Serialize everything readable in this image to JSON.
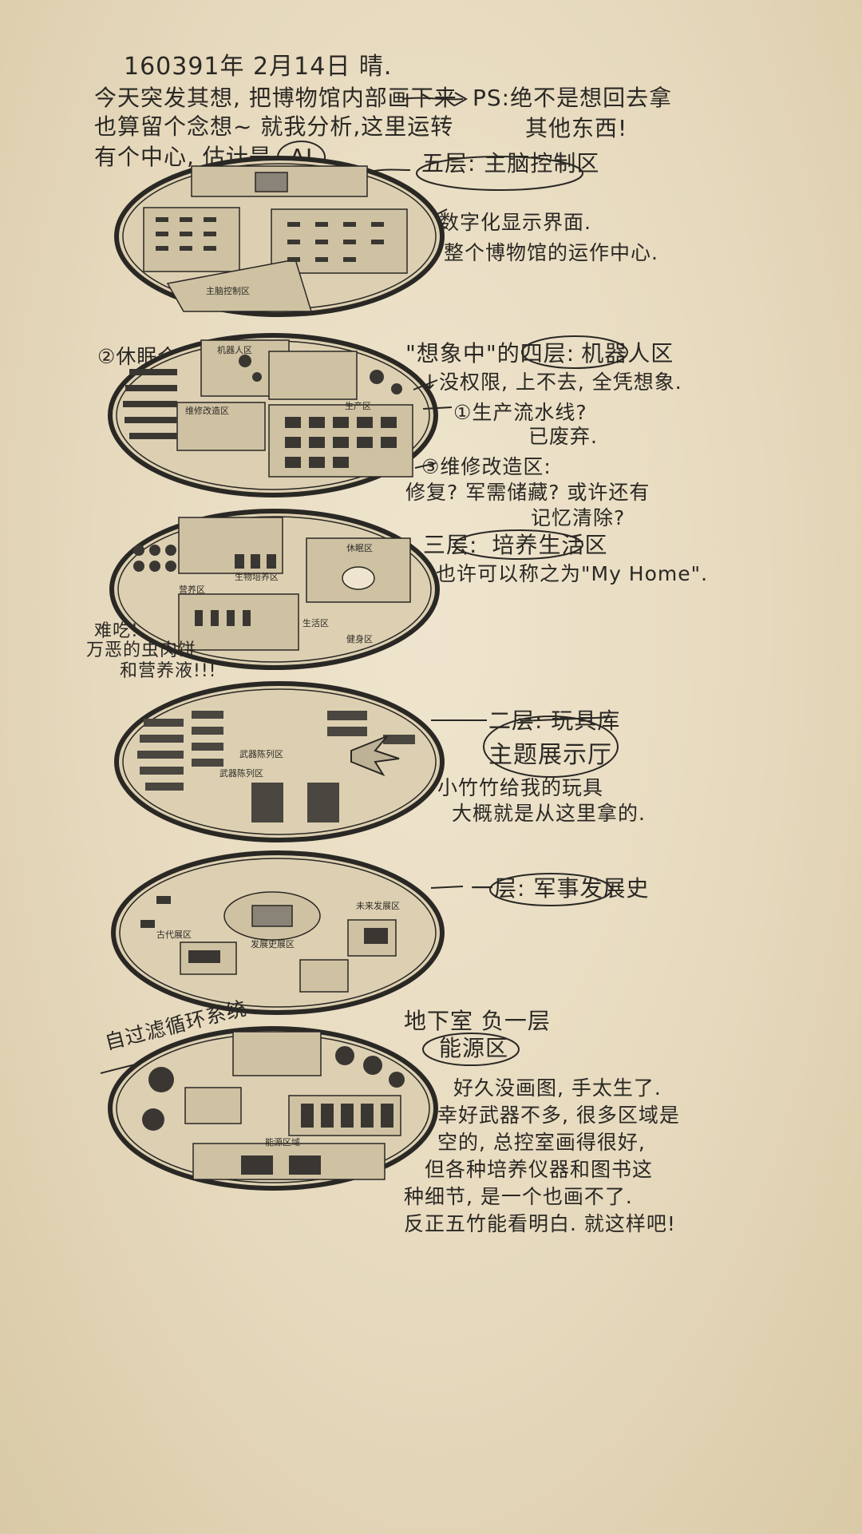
{
  "header": {
    "date_line": "160391年   2月14日   晴.",
    "intro_1": "今天突发其想, 把博物馆内部画下来",
    "intro_2": "也算留个念想~  就我分析,这里运转",
    "intro_3_prefix": "有个中心, 估计是",
    "intro_3_ai": "AI",
    "ps_1": "PS:绝不是想回去拿",
    "ps_2": "其他东西!"
  },
  "floor5": {
    "title": "五层: 主脑控制区",
    "note_1": "数字化显示界面.",
    "note_2": "整个博物馆的运作中心.",
    "map_label": "主脑控制区"
  },
  "floor4": {
    "title_prefix": "\"想象中\"的四层:",
    "title": "机器人区",
    "note_1": "↓没权限, 上不去, 全凭想象.",
    "left_note": "②休眠仓?",
    "note_2": "①生产流水线?",
    "note_3": "已废弃.",
    "note_4": "③维修改造区:",
    "note_5": "修复? 军需储藏? 或许还有",
    "note_6": "记忆清除?",
    "map_labels": [
      "机器人区",
      "维修改造区",
      "生产区"
    ]
  },
  "floor3": {
    "title_prefix": "三层:",
    "title": "培养生活区",
    "note_1": "也许可以称之为\"My Home\".",
    "left_1": "难吃!",
    "left_2": "万恶的虫肉饼",
    "left_3": "和营养液!!!",
    "map_labels": [
      "休眠区",
      "生活区",
      "营养区",
      "健身区",
      "生物培养区"
    ]
  },
  "floor2": {
    "title_strike": "二层: 玩具库",
    "title": "主题展示厅",
    "note_1": "小竹竹给我的玩具",
    "note_2": "大概就是从这里拿的.",
    "map_labels": [
      "武器陈列区",
      "武器陈列区"
    ]
  },
  "floor1": {
    "title_prefix": "一层:",
    "title": "军事发展史",
    "map_labels": [
      "未来发展区",
      "发展史展区",
      "古代展区"
    ]
  },
  "basement": {
    "title_1": "地下室 负一层",
    "title_2": "能源区",
    "left_note": "自过滤循环系统",
    "note_1": "好久没画图, 手太生了.",
    "note_2": "幸好武器不多, 很多区域是",
    "note_3": "空的, 总控室画得很好,",
    "note_4": "但各种培养仪器和图书这",
    "note_5": "种细节, 是一个也画不了.",
    "note_6": "反正五竹能看明白. 就这样吧!",
    "map_label": "能源区域"
  },
  "colors": {
    "paper": "#e8dcc2",
    "ink": "#2a2824",
    "shade": "#5a5650"
  }
}
